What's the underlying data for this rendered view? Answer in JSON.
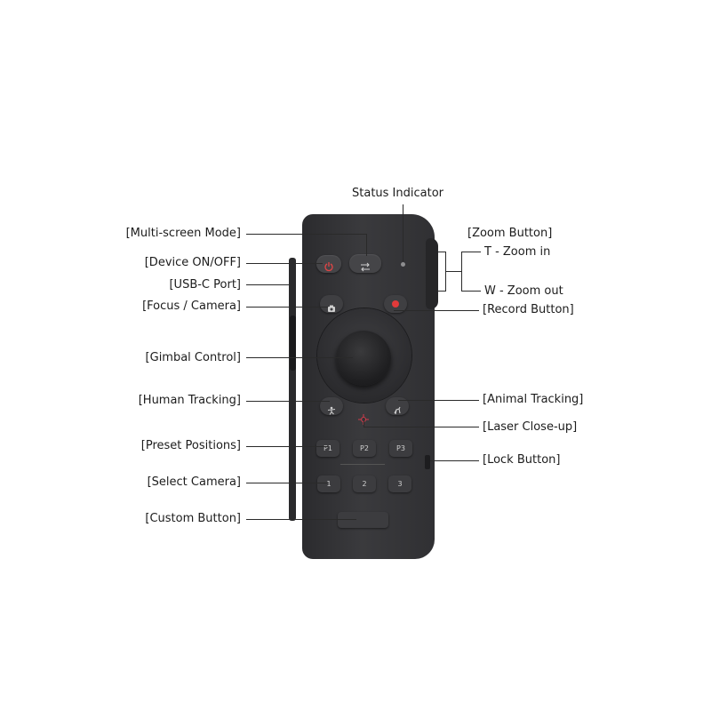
{
  "labels": {
    "status_indicator": "Status Indicator",
    "multi_screen": "[Multi-screen Mode]",
    "device_onoff": "[Device ON/OFF]",
    "usbc": "[USB-C Port]",
    "focus_camera": "[Focus / Camera]",
    "gimbal": "[Gimbal Control]",
    "human_tracking": "[Human Tracking]",
    "preset_positions": "[Preset Positions]",
    "select_camera": "[Select Camera]",
    "custom_button": "[Custom Button]",
    "zoom_button": "[Zoom Button]",
    "zoom_in": "T - Zoom in",
    "zoom_out": "W - Zoom out",
    "record_button": "[Record Button]",
    "animal_tracking": "[Animal Tracking]",
    "laser_closeup": "[Laser Close-up]",
    "lock_button": "[Lock Button]"
  },
  "buttons": {
    "presets": [
      "P1",
      "P2",
      "P3"
    ],
    "cameras": [
      "1",
      "2",
      "3"
    ]
  },
  "colors": {
    "body": "#333336",
    "record": "#e23a3a",
    "power": "#e04545",
    "laser": "#d23a4a"
  },
  "icons": {
    "power": "power-icon",
    "multiscreen": "swap-arrows-icon",
    "focus": "camera-icon",
    "record": "record-dot-icon",
    "human": "human-tracking-icon",
    "animal": "animal-tracking-icon",
    "laser": "laser-crosshair-icon"
  }
}
